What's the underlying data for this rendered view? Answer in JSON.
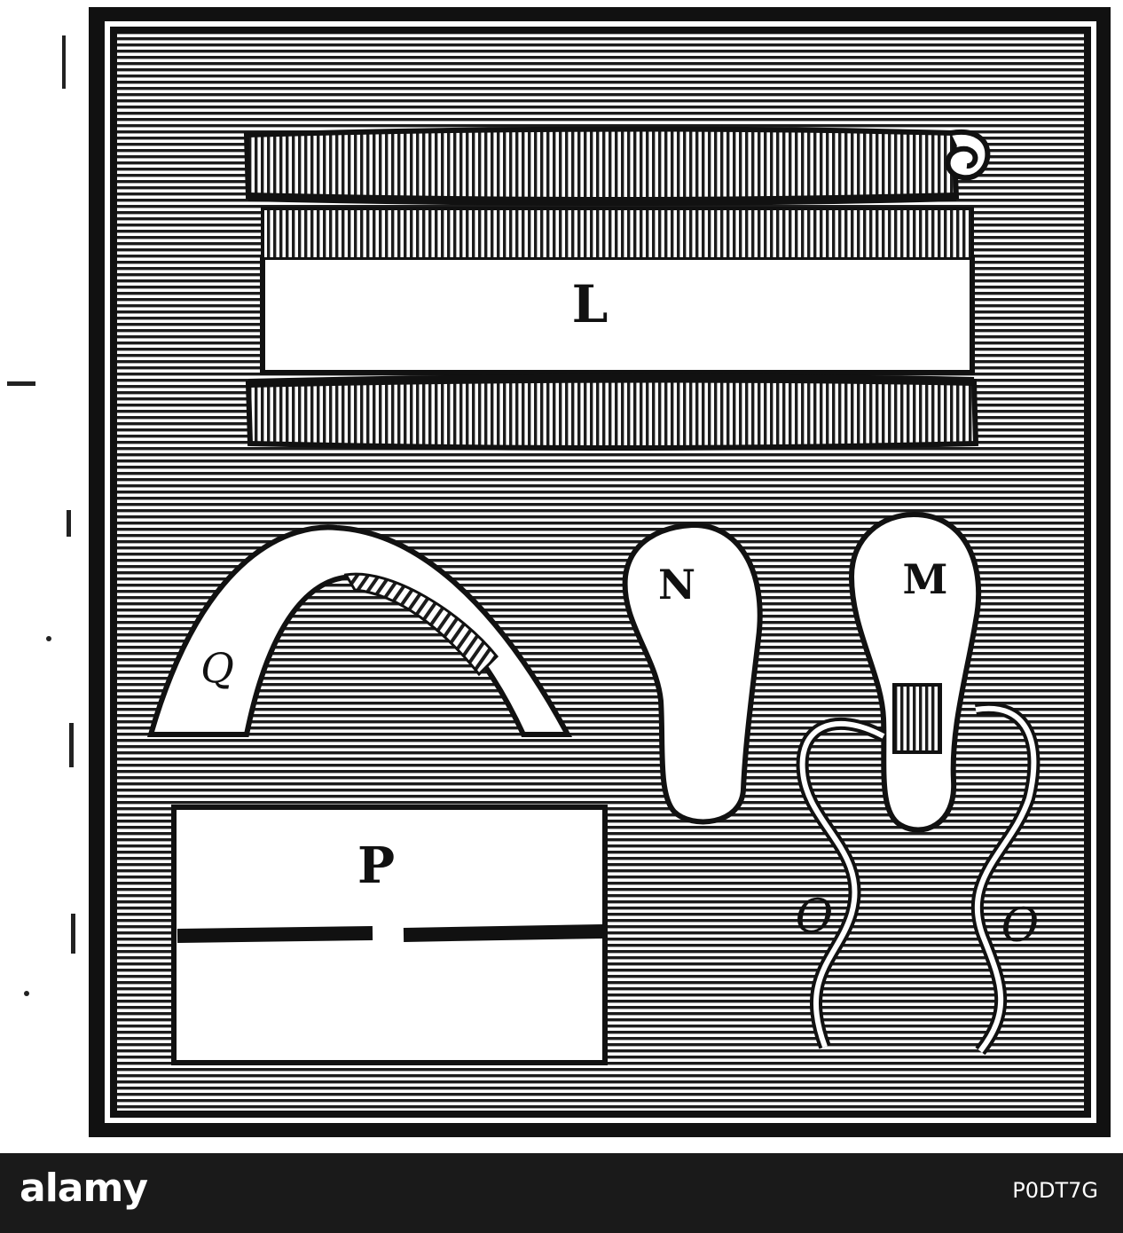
{
  "figure_labels": {
    "scroll": "L",
    "sole_n": "N",
    "sole_m": "M",
    "arch": "Q",
    "cloth": "P",
    "strap_left": "O",
    "strap_right": "O"
  },
  "watermark": {
    "brand": "alamy",
    "image_id": "P0DT7G"
  },
  "colors": {
    "ink": "#111111",
    "paper": "#ffffff",
    "bar": "#1a1a1a"
  }
}
